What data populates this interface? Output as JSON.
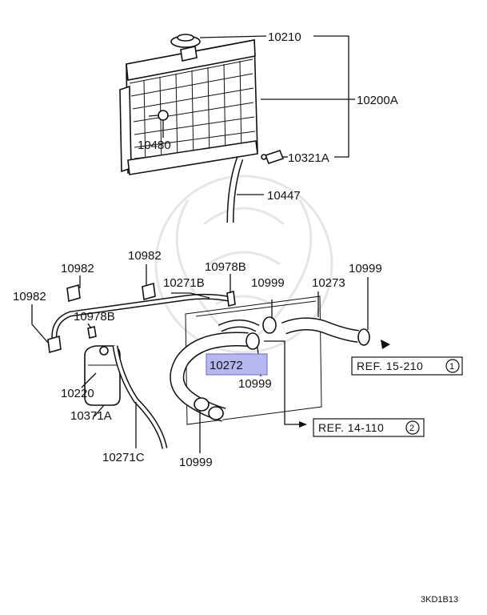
{
  "diagram": {
    "labels": {
      "p10210": "10210",
      "p10200A": "10200A",
      "p10480": "10480",
      "p10321A": "10321A",
      "p10447": "10447",
      "p10982_top": "10982",
      "p10982_mid": "10982",
      "p10982_left": "10982",
      "p10978B_top": "10978B",
      "p10978B_left": "10978B",
      "p10271B": "10271B",
      "p10999_a": "10999",
      "p10999_b": "10999",
      "p10999_c": "10999",
      "p10999_d": "10999",
      "p10273": "10273",
      "p10272": "10272",
      "p10220": "10220",
      "p10371A": "10371A",
      "p10271C": "10271C"
    },
    "refs": {
      "ref1_text": "REF. 15-210",
      "ref1_num": "1",
      "ref2_text": "REF. 14-110",
      "ref2_num": "2"
    },
    "highlight_color": "#b8b8f0",
    "diagram_code": "3KD1B13"
  }
}
